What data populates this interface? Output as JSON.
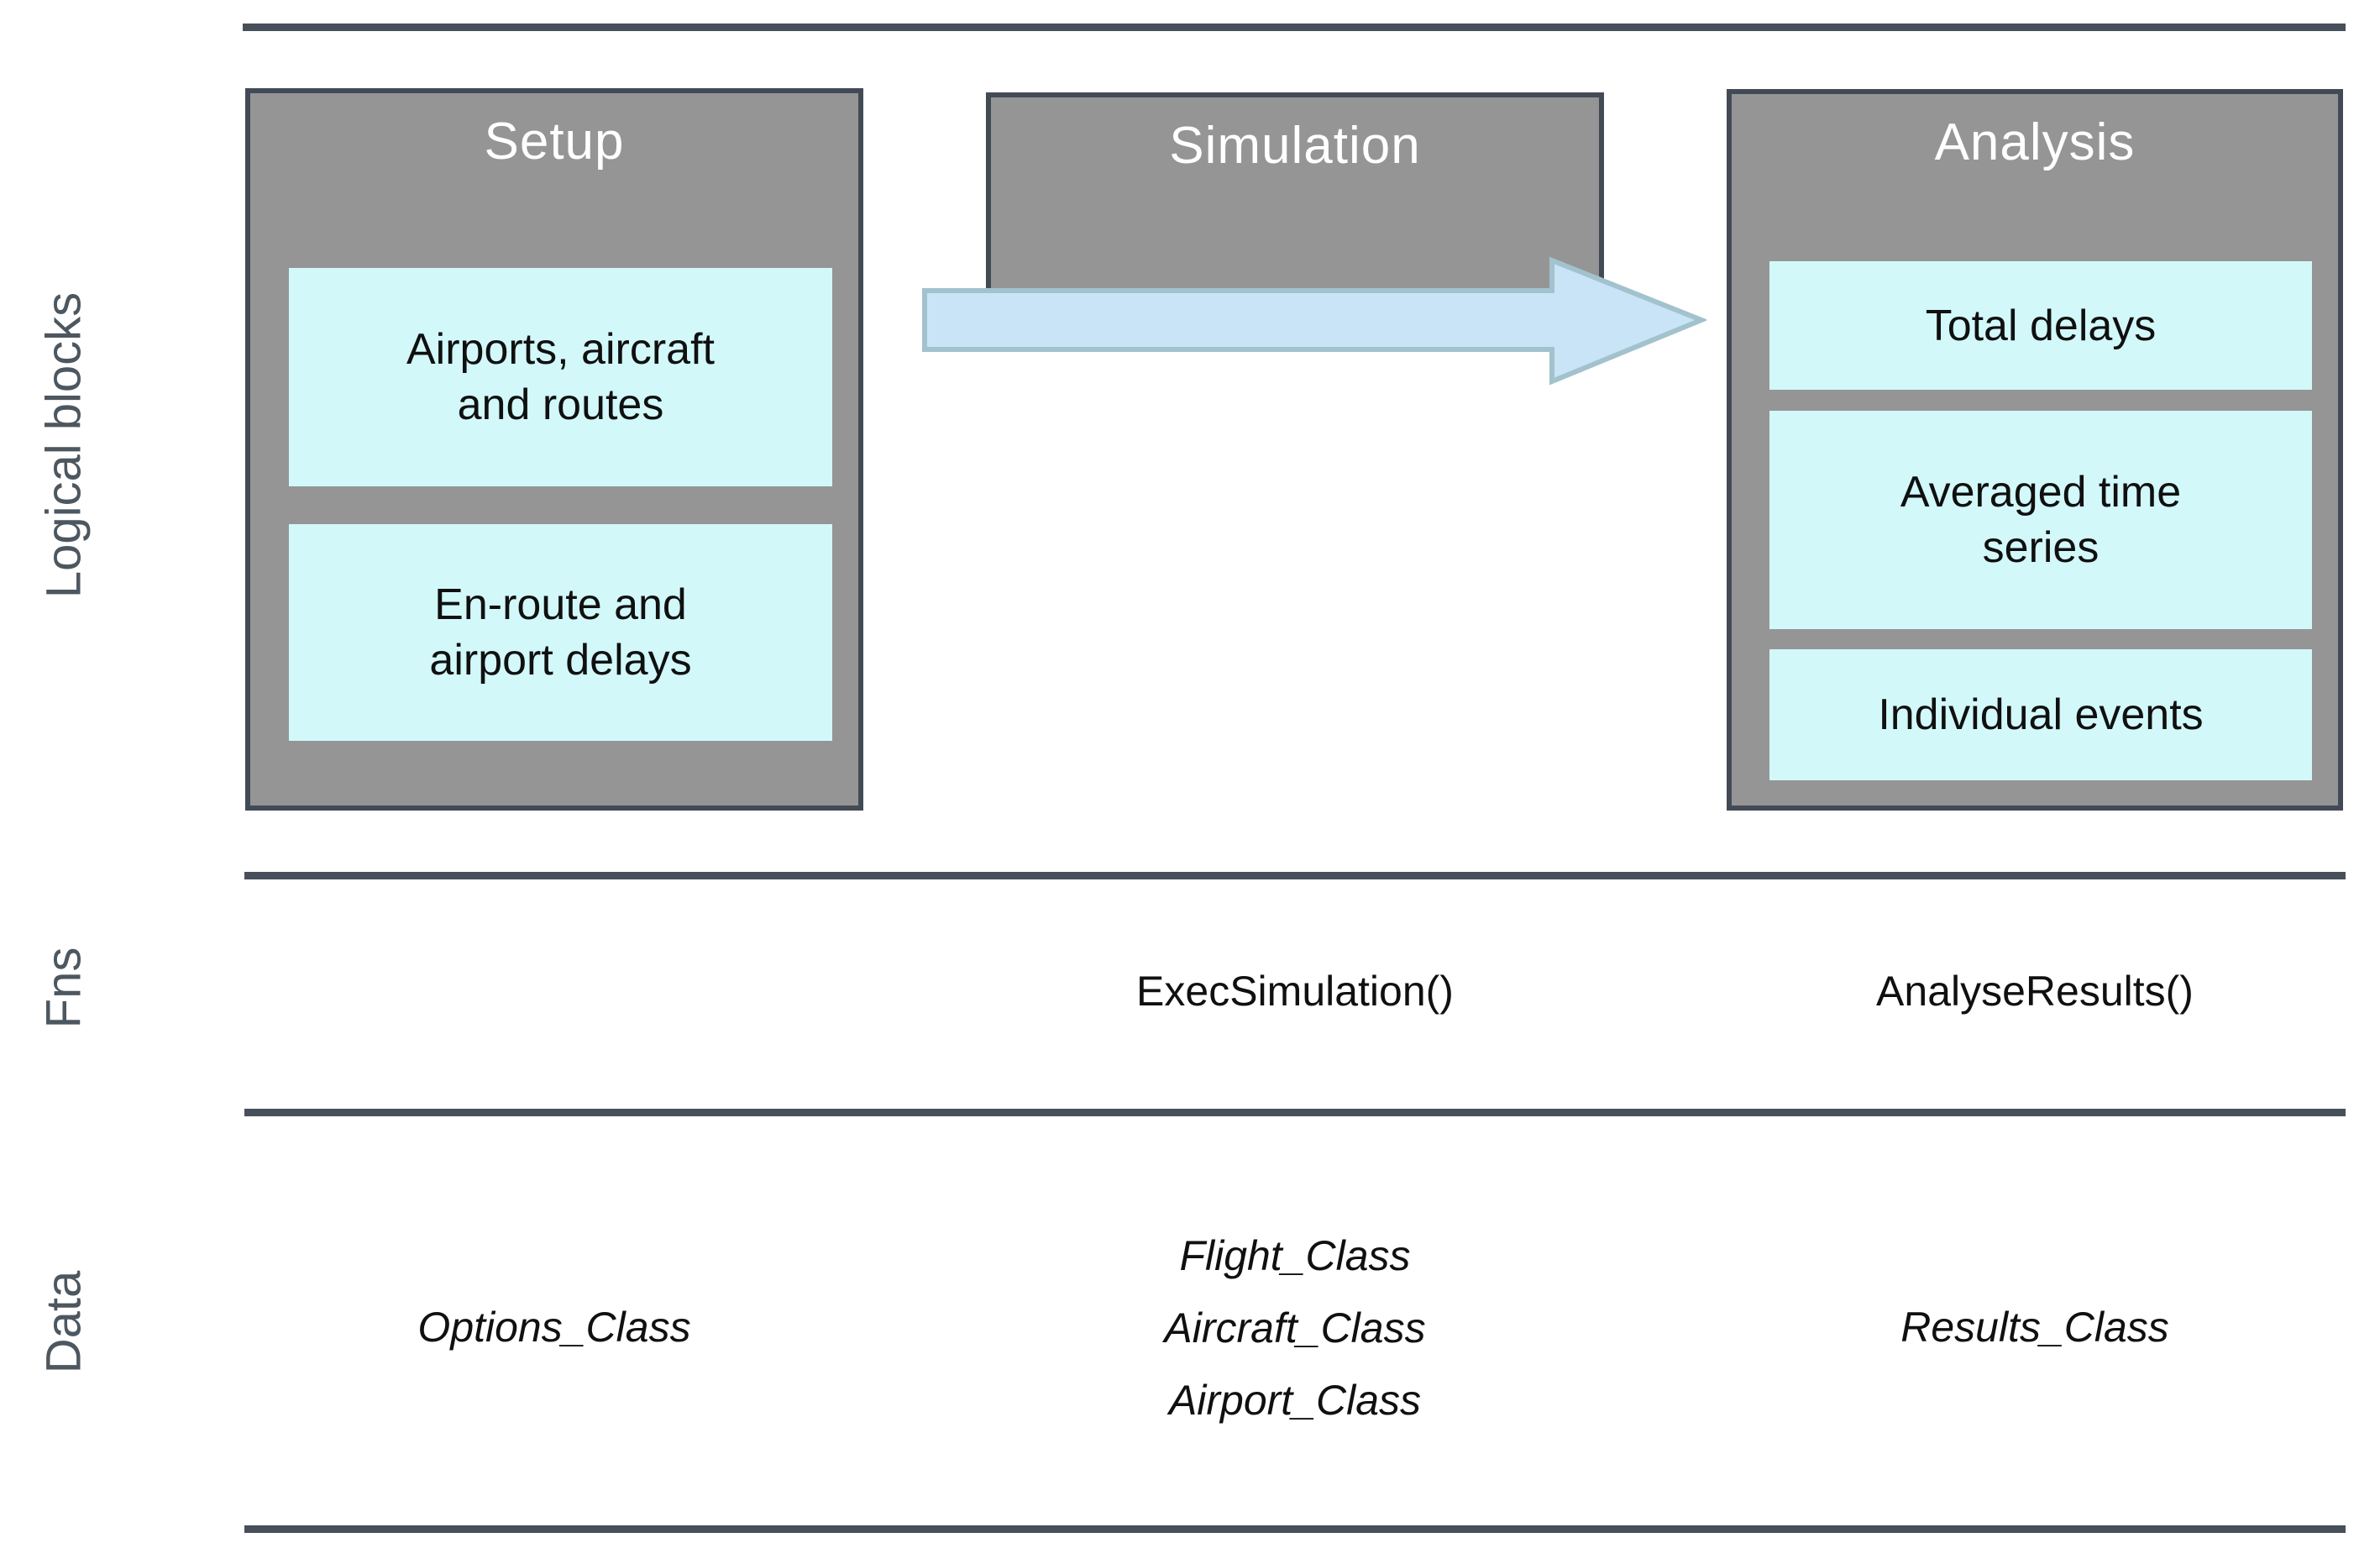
{
  "rows": {
    "logical_blocks_label": "Logical blocks",
    "fns_label": "Fns",
    "data_label": "Data"
  },
  "setup": {
    "title": "Setup",
    "block1": {
      "line1": "Airports, aircraft",
      "line2": "and routes"
    },
    "block2": {
      "line1": "En-route and",
      "line2": "airport delays"
    },
    "data_class": "Options_Class"
  },
  "simulation": {
    "title": "Simulation",
    "fn": "ExecSimulation()",
    "data_classes": {
      "c1": "Flight_Class",
      "c2": "Aircraft_Class",
      "c3": "Airport_Class"
    }
  },
  "analysis": {
    "title": "Analysis",
    "block1": "Total delays",
    "block2": {
      "line1": "Averaged time",
      "line2": "series"
    },
    "block3": "Individual events",
    "fn": "AnalyseResults()",
    "data_class": "Results_Class"
  },
  "icons": {
    "flow_arrow": "right-arrow"
  },
  "colors": {
    "line": "#47505a",
    "box_fill": "#959595",
    "box_border": "#424b55",
    "cyan_fill": "#d2f8fa",
    "arrow_fill": "#c9e4f6",
    "arrow_stroke": "#a2c2cd",
    "title_text": "#ffffff",
    "body_text": "#101010",
    "label_text": "#4d5760"
  }
}
